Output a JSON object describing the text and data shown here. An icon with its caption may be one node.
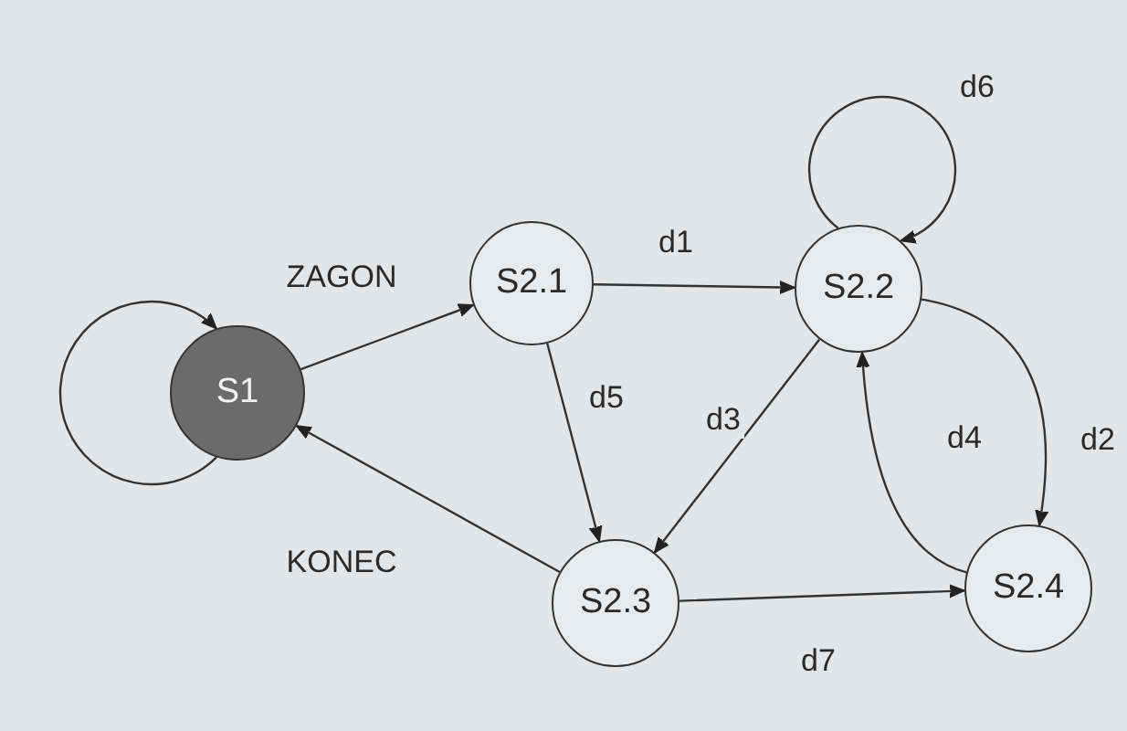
{
  "diagram": {
    "nodes": [
      {
        "text": [
          "S1"
        ]
      },
      {
        "text": [
          "S2.1"
        ]
      },
      {
        "text": [
          "S2.2"
        ]
      },
      {
        "text": [
          "S2.3"
        ]
      },
      {
        "text": [
          "S2.4"
        ]
      }
    ],
    "edges": [
      {
        "from": 0,
        "to": 0,
        "arrow": "to"
      },
      {
        "from": 0,
        "to": 1,
        "arrow": "to",
        "label": "ZAGON"
      },
      {
        "from": 1,
        "to": 2,
        "arrow": "to",
        "label": "d1"
      },
      {
        "from": 2,
        "to": 2,
        "arrow": "to",
        "label": "d6"
      },
      {
        "from": 1,
        "to": 3,
        "arrow": "to",
        "label": "d5"
      },
      {
        "from": 2,
        "to": 3,
        "arrow": "to",
        "label": "d3"
      },
      {
        "from": 2,
        "to": 4,
        "arrow": "to",
        "label": "d2"
      },
      {
        "from": 4,
        "to": 2,
        "arrow": "to",
        "label": "d4"
      },
      {
        "from": 3,
        "to": 4,
        "arrow": "to",
        "label": "d7"
      },
      {
        "from": 3,
        "to": 0,
        "arrow": "to",
        "label": "KONEC"
      }
    ]
  }
}
